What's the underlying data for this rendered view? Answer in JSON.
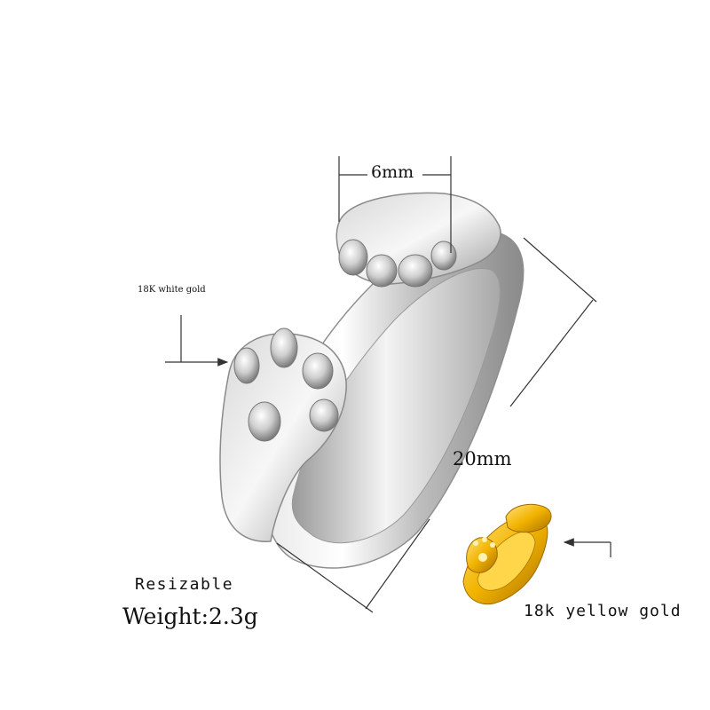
{
  "labels": {
    "width_dimension": "6mm",
    "diameter_dimension": "20mm",
    "white_gold_material": "18K white gold",
    "resizable_note": "Resizable",
    "weight": "Weight:2.3g",
    "yellow_gold_material": "18k yellow gold"
  },
  "colors": {
    "background": "#ffffff",
    "silver_light": "#f2f2f2",
    "silver_mid": "#c8c8c8",
    "silver_dark": "#7a7a7a",
    "gold_light": "#ffd84a",
    "gold_mid": "#f0b400",
    "gold_dark": "#b07800",
    "line": "#333333"
  }
}
